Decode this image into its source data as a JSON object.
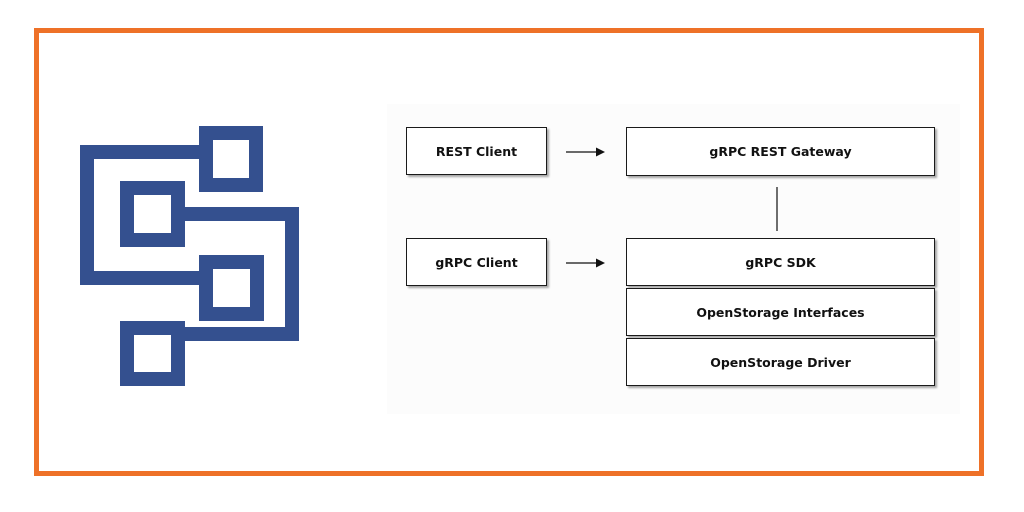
{
  "colors": {
    "frame": "#ee7128",
    "logo": "#34508f",
    "box_border": "#1a1a1a"
  },
  "logo": {
    "icon": "openstorage-logo-icon"
  },
  "diagram": {
    "clients": {
      "rest_client": "REST Client",
      "grpc_client": "gRPC Client"
    },
    "stack": {
      "rest_gateway": "gRPC REST Gateway",
      "grpc_sdk": "gRPC SDK",
      "interfaces": "OpenStorage Interfaces",
      "driver": "OpenStorage Driver"
    }
  }
}
